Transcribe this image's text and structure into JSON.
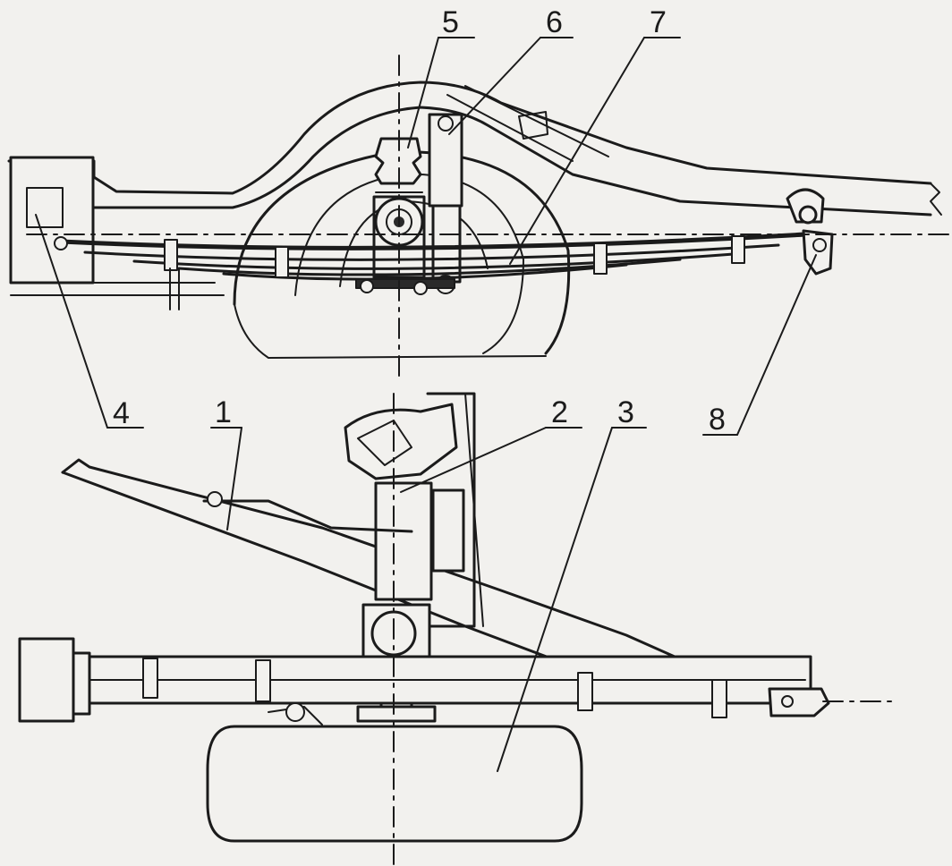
{
  "labels": {
    "l1": "1",
    "l2": "2",
    "l3": "3",
    "l4": "4",
    "l5": "5",
    "l6": "6",
    "l7": "7",
    "l8": "8"
  },
  "colors": {
    "ink": "#1b1b1b",
    "paper": "#f2f1ee"
  }
}
